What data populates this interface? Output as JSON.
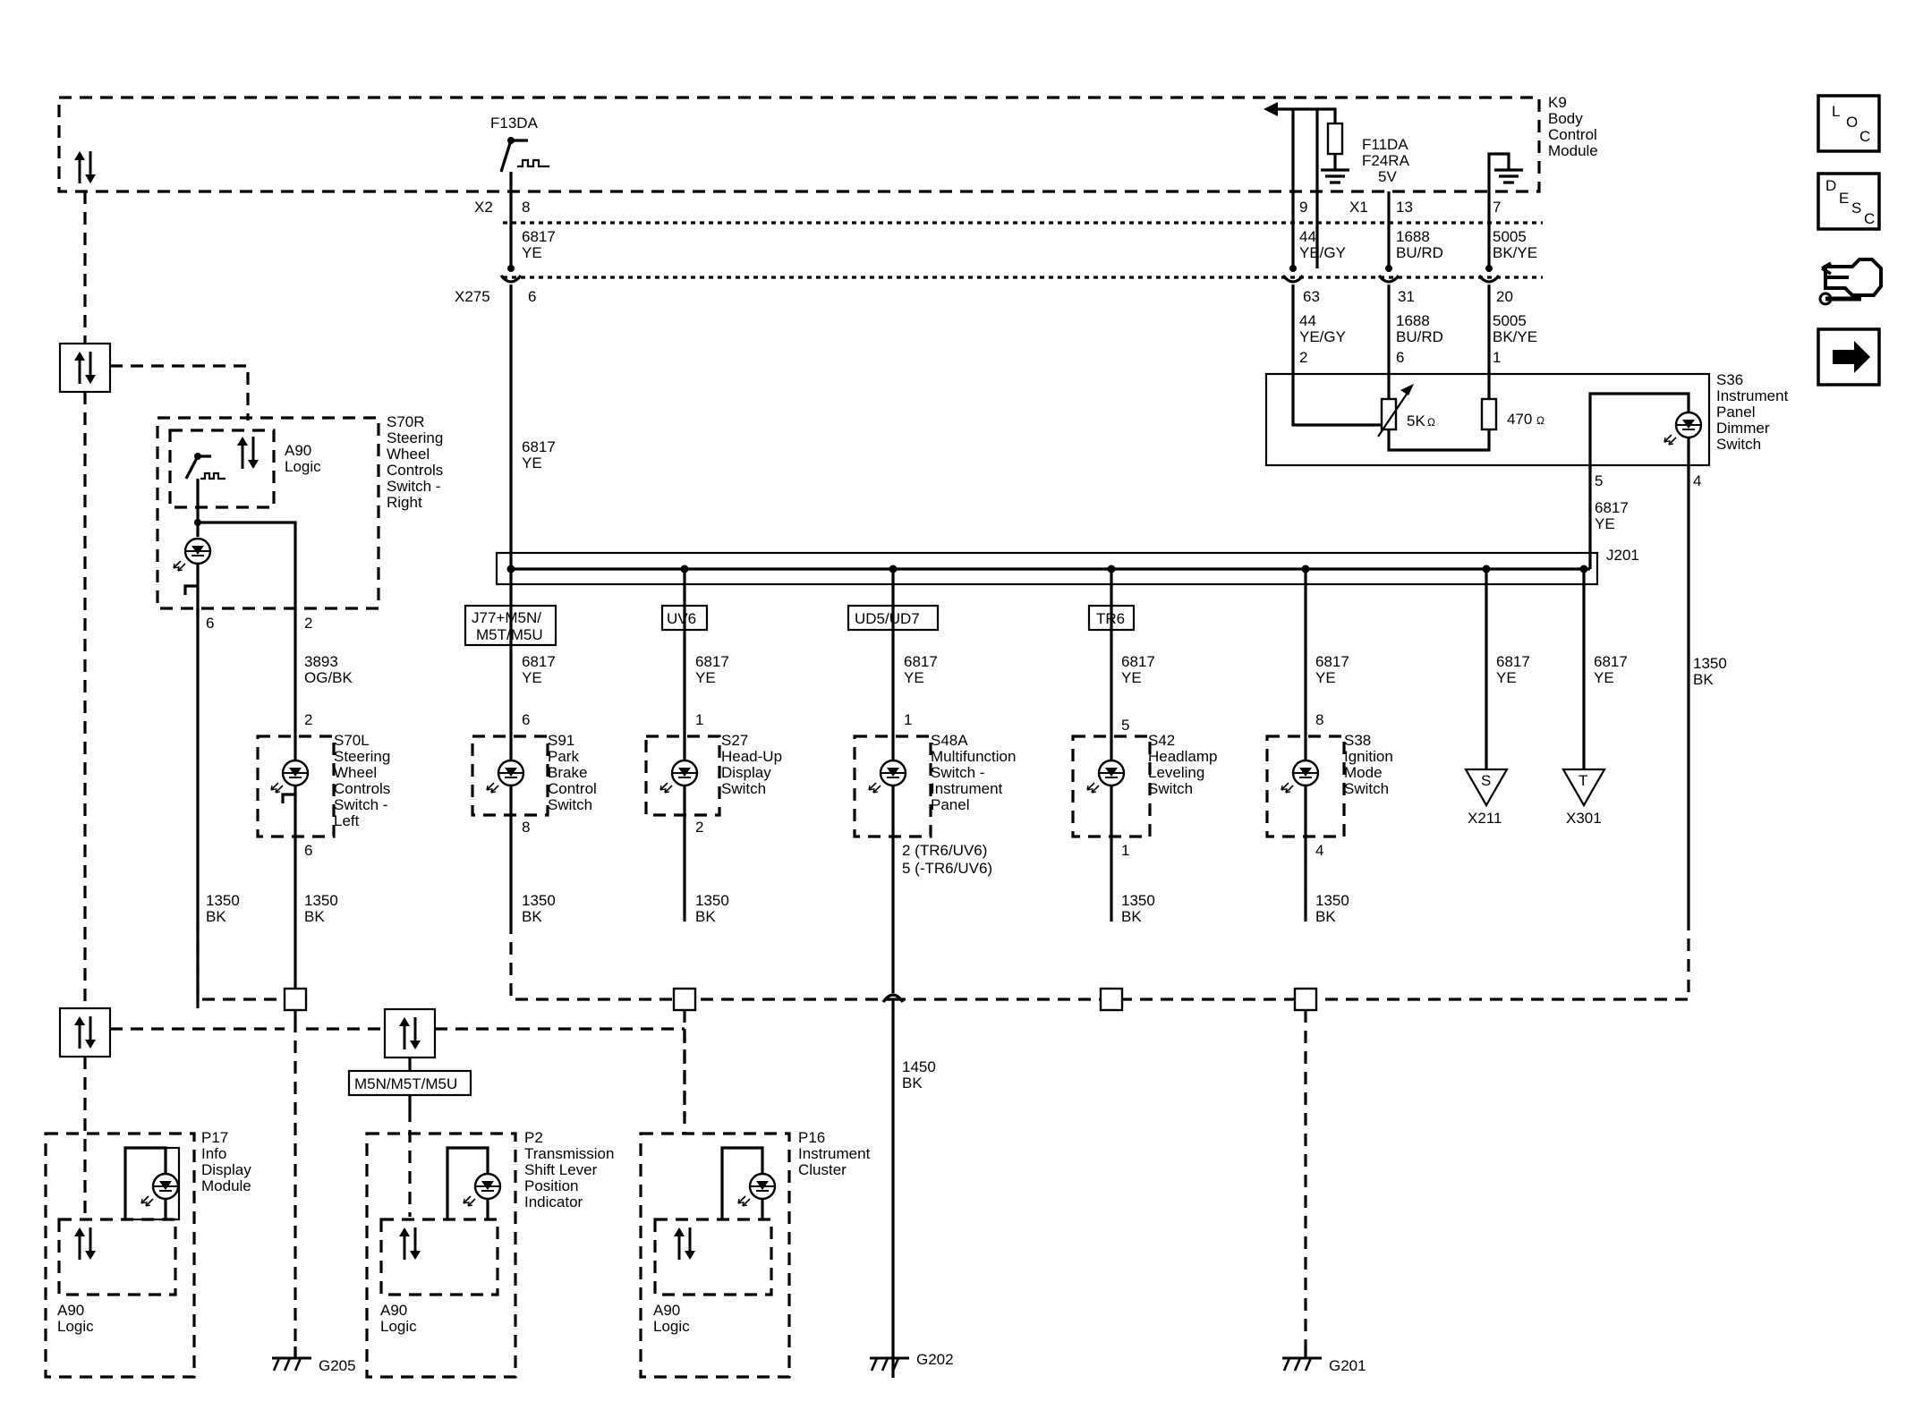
{
  "nav": {
    "loc": {
      "l1": "L",
      "l2": "O",
      "l3": "C"
    },
    "desc": {
      "l1": "D",
      "l2": "E",
      "l3": "S",
      "l4": "C"
    },
    "diagnostics_icon": "engine-wrench-icon",
    "next_icon": "arrow-right-icon"
  },
  "k9": {
    "l1": "K9",
    "l2": "Body",
    "l3": "Control",
    "l4": "Module"
  },
  "fuse_f13da": "F13DA",
  "f11da": {
    "l1": "F11DA",
    "l2": "F24RA",
    "l3": "5V"
  },
  "conn": {
    "x2": "X2",
    "x1": "X1",
    "x275": "X275"
  },
  "pins": {
    "x2_8": "8",
    "x1_9": "9",
    "x1_13": "13",
    "x1_7": "7",
    "x275_6": "6",
    "x275_63": "63",
    "x275_31": "31",
    "x275_20": "20",
    "s36_2": "2",
    "s36_6": "6",
    "s36_1": "1",
    "s36_5": "5",
    "s36_4": "4",
    "s70r_6": "6",
    "s70r_2": "2",
    "s70l_2": "2",
    "s70l_6": "6",
    "s91_6": "6",
    "s91_8": "8",
    "s27_1": "1",
    "s27_2": "2",
    "s48a_1": "1",
    "s48a_2": "2 (TR6/UV6)",
    "s48a_5": "5 (-TR6/UV6)",
    "s42_5": "5",
    "s42_1": "1",
    "s38_8": "8",
    "s38_4": "4"
  },
  "wires": {
    "w6817ye_top": {
      "n": "6817",
      "c": "YE"
    },
    "w44_a": {
      "n": "44",
      "c": "YE/GY"
    },
    "w1688_a": {
      "n": "1688",
      "c": "BU/RD"
    },
    "w5005_a": {
      "n": "5005",
      "c": "BK/YE"
    },
    "w44_b": {
      "n": "44",
      "c": "YE/GY"
    },
    "w1688_b": {
      "n": "1688",
      "c": "BU/RD"
    },
    "w5005_b": {
      "n": "5005",
      "c": "BK/YE"
    },
    "w6817_mid": {
      "n": "6817",
      "c": "YE"
    },
    "w6817_s36": {
      "n": "6817",
      "c": "YE"
    },
    "w3893": {
      "n": "3893",
      "c": "OG/BK"
    },
    "w6817_s91": {
      "n": "6817",
      "c": "YE"
    },
    "w6817_s27": {
      "n": "6817",
      "c": "YE"
    },
    "w6817_s48a": {
      "n": "6817",
      "c": "YE"
    },
    "w6817_s42": {
      "n": "6817",
      "c": "YE"
    },
    "w6817_s38": {
      "n": "6817",
      "c": "YE"
    },
    "w6817_x211": {
      "n": "6817",
      "c": "YE"
    },
    "w6817_x301": {
      "n": "6817",
      "c": "YE"
    },
    "w1350_s36": {
      "n": "1350",
      "c": "BK"
    },
    "w1350_a": {
      "n": "1350",
      "c": "BK"
    },
    "w1350_b": {
      "n": "1350",
      "c": "BK"
    },
    "w1350_s91": {
      "n": "1350",
      "c": "BK"
    },
    "w1350_s27": {
      "n": "1350",
      "c": "BK"
    },
    "w1350_s42": {
      "n": "1350",
      "c": "BK"
    },
    "w1350_s38": {
      "n": "1350",
      "c": "BK"
    },
    "w1450": {
      "n": "1450",
      "c": "BK"
    }
  },
  "s36": {
    "l1": "S36",
    "l2": "Instrument",
    "l3": "Panel",
    "l4": "Dimmer",
    "l5": "Switch",
    "r5k": "5K",
    "r470": "470",
    "ohm": "Ω"
  },
  "j201": "J201",
  "s70r": {
    "l1": "S70R",
    "l2": "Steering",
    "l3": "Wheel",
    "l4": "Controls",
    "l5": "Switch -",
    "l6": "Right",
    "a90a": "A90",
    "a90b": "Logic"
  },
  "s70l": {
    "l1": "S70L",
    "l2": "Steering",
    "l3": "Wheel",
    "l4": "Controls",
    "l5": "Switch -",
    "l6": "Left"
  },
  "opt": {
    "j77": "J77+M5N/",
    "j77b": "M5T/M5U",
    "uv6": "UV6",
    "ud5": "UD5/UD7",
    "tr6": "TR6",
    "m5n": "M5N/M5T/M5U"
  },
  "s91": {
    "l1": "S91",
    "l2": "Park",
    "l3": "Brake",
    "l4": "Control",
    "l5": "Switch"
  },
  "s27": {
    "l1": "S27",
    "l2": "Head-Up",
    "l3": "Display",
    "l4": "Switch"
  },
  "s48a": {
    "l1": "S48A",
    "l2": "Multifunction",
    "l3": "Switch -",
    "l4": "Instrument",
    "l5": "Panel"
  },
  "s42": {
    "l1": "S42",
    "l2": "Headlamp",
    "l3": "Leveling",
    "l4": "Switch"
  },
  "s38": {
    "l1": "S38",
    "l2": "Ignition",
    "l3": "Mode",
    "l4": "Switch"
  },
  "splice": {
    "s": "S",
    "t": "T",
    "x211": "X211",
    "x301": "X301"
  },
  "p17": {
    "l1": "P17",
    "l2": "Info",
    "l3": "Display",
    "l4": "Module",
    "a1": "A90",
    "a2": "Logic"
  },
  "p2": {
    "l1": "P2",
    "l2": "Transmission",
    "l3": "Shift Lever",
    "l4": "Position",
    "l5": "Indicator",
    "a1": "A90",
    "a2": "Logic"
  },
  "p16": {
    "l1": "P16",
    "l2": "Instrument",
    "l3": "Cluster",
    "a1": "A90",
    "a2": "Logic"
  },
  "grounds": {
    "g205": "G205",
    "g202": "G202",
    "g201": "G201"
  }
}
